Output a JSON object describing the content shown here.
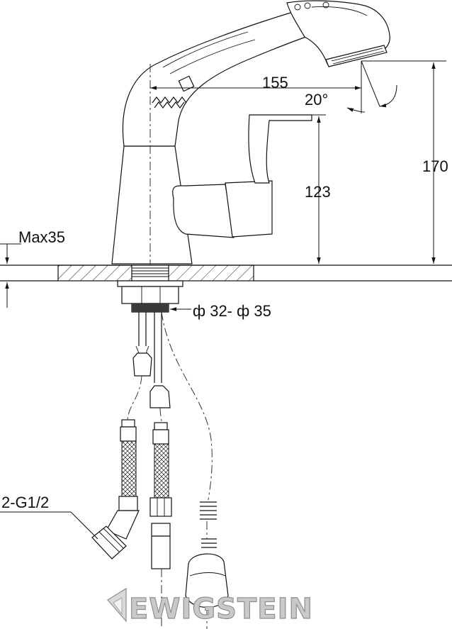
{
  "dimensions": {
    "spout_reach": "155",
    "spray_angle": "20°",
    "total_height": "170",
    "handle_height": "123",
    "max_thickness": "Max35",
    "hole_diameter": "ф 32- ф 35",
    "connection": "2-G1/2"
  },
  "brand": {
    "name": "EWIGSTEIN"
  }
}
